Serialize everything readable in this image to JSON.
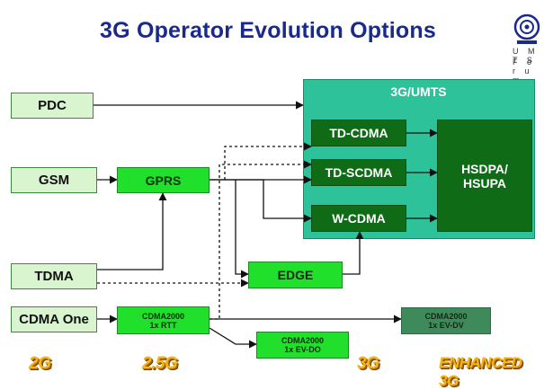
{
  "title": "3G Operator Evolution Options",
  "logo": {
    "text": "UMTS Forum",
    "line1": "U M T S",
    "line2": "F o r u m",
    "icon": "umts-forum-logo"
  },
  "nodes": {
    "pdc": "PDC",
    "gsm": "GSM",
    "tdma": "TDMA",
    "cdma_one": "CDMA One",
    "gprs": "GPRS",
    "edge": "EDGE",
    "cdma2000_1x_rtt": {
      "line1": "CDMA2000",
      "line2": "1x RTT"
    },
    "cdma2000_1x_evdo": {
      "line1": "CDMA2000",
      "line2": "1x EV-DO"
    },
    "cdma2000_1x_evdv": {
      "line1": "CDMA2000",
      "line2": "1x EV-DV"
    },
    "umts": "3G/UMTS",
    "td_cdma": "TD-CDMA",
    "td_scdma": "TD-SCDMA",
    "w_cdma": "W-CDMA",
    "hsdpa": {
      "line1": "HSDPA/",
      "line2": "HSUPA"
    }
  },
  "generations": [
    "2G",
    "2.5G",
    "3G",
    "ENHANCED 3G"
  ],
  "colors": {
    "title": "#1a2a8c",
    "pale_box": "#d8f5cf",
    "bright_box": "#21e02b",
    "dark_box": "#0f6b16",
    "umts_box": "#2ec29a",
    "evdv_box": "#3f8a5a",
    "generation_label": "#f0b61a"
  }
}
